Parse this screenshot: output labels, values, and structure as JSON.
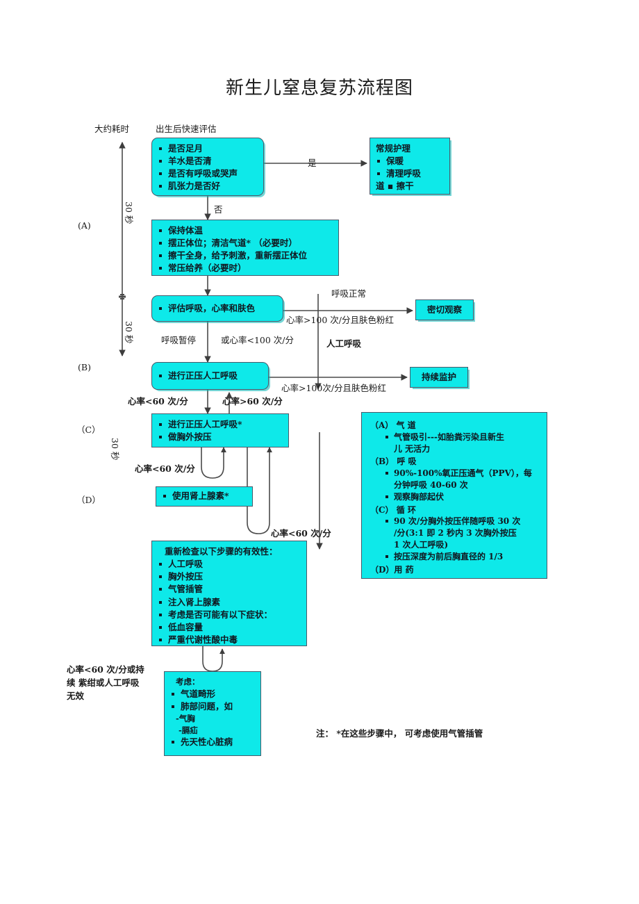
{
  "title": "新生儿窒息复苏流程图",
  "axis": {
    "header": "大约耗时",
    "seg1": "30 秒",
    "seg2": "30 秒",
    "seg3": "30 秒"
  },
  "stages": {
    "a": "(A)",
    "b": "(B)",
    "c": "（C）",
    "d": "（D）"
  },
  "labels": {
    "birth_assess": "出生后快速评估",
    "yes": "是",
    "no": "否",
    "breath_normal": "呼吸正常",
    "hr_over_100_pink_1": "心率>100 次/分且肤色粉红",
    "hr_over_100_pink_2": "心率>100次/分且肤色粉红",
    "apnea": "呼吸暂停",
    "or_hr_under_100": "或心率<100 次/分",
    "artificial_breathing": "人工呼吸",
    "hr_under_60_a": "心率<60 次/分",
    "hr_over_60": "心率>60 次/分",
    "hr_under_60_b": "心率<60 次/分",
    "hr_under_60_c": "心率<60 次/分",
    "persist_note": "心率<60 次/分或持\n续 紫绀或人工呼吸\n无效",
    "footnote": "注： *在这些步骤中， 可考虑使用气管插管"
  },
  "boxes": {
    "initial_assessment": {
      "items": [
        "是否足月",
        "羊水是否清",
        "是否有呼吸或哭声",
        "肌张力是否好"
      ]
    },
    "routine_care": {
      "head": "常规护理",
      "items": [
        "保暖",
        "清理呼吸"
      ],
      "tail": "道 ▪ 擦干"
    },
    "initial_steps": {
      "items": [
        "保持体温",
        "摆正体位；清洁气道* （必要时）",
        "擦干全身，给予刺激，重新摆正体位",
        "常压给养（必要时）"
      ]
    },
    "evaluate": {
      "items": [
        "评估呼吸，心率和肤色"
      ]
    },
    "close_observe": {
      "text": "密切观察"
    },
    "ppv": {
      "items": [
        "进行正压人工呼吸"
      ]
    },
    "continuous_monitor": {
      "text": "持续监护"
    },
    "ppv_compress": {
      "items": [
        "进行正压人工呼吸*",
        "做胸外按压"
      ]
    },
    "epinephrine": {
      "items": [
        "使用肾上腺素*"
      ]
    },
    "recheck": {
      "head": "重新检查以下步骤的有效性：",
      "items": [
        "人工呼吸",
        "胸外按压",
        "气管插管",
        "注入肾上腺素",
        "考虑是否可能有以下症状：",
        "低血容量",
        "严重代谢性酸中毒"
      ]
    },
    "consider": {
      "head": "考虑：",
      "items": [
        "气道畸形",
        "肺部问题，如"
      ],
      "sub": [
        "-气胸",
        "-膈疝"
      ],
      "last": "先天性心脏病"
    }
  },
  "legend": {
    "groups": [
      {
        "head": "（A）  气 道",
        "items": [
          "气管吸引---如胎粪污染且新生\n儿 无活力"
        ]
      },
      {
        "head": "（B）  呼 吸",
        "items": [
          "90%-100%氧正压通气（PPV），每\n分钟呼吸 40-60 次",
          "观察胸部起伏"
        ]
      },
      {
        "head": "（C）   循 环",
        "items": [
          "90 次/分胸外按压伴随呼吸 30 次\n/分(3:1 即 2 秒内 3 次胸外按压\n1 次人工呼吸)",
          "按压深度为前后胸直径的 1/3"
        ]
      },
      {
        "head": "（D）用  药",
        "items": []
      }
    ]
  },
  "colors": {
    "box_fill": "#0ee9e9",
    "box_border": "#4a5a6a",
    "line": "#4a4a4a",
    "text": "#101820"
  }
}
